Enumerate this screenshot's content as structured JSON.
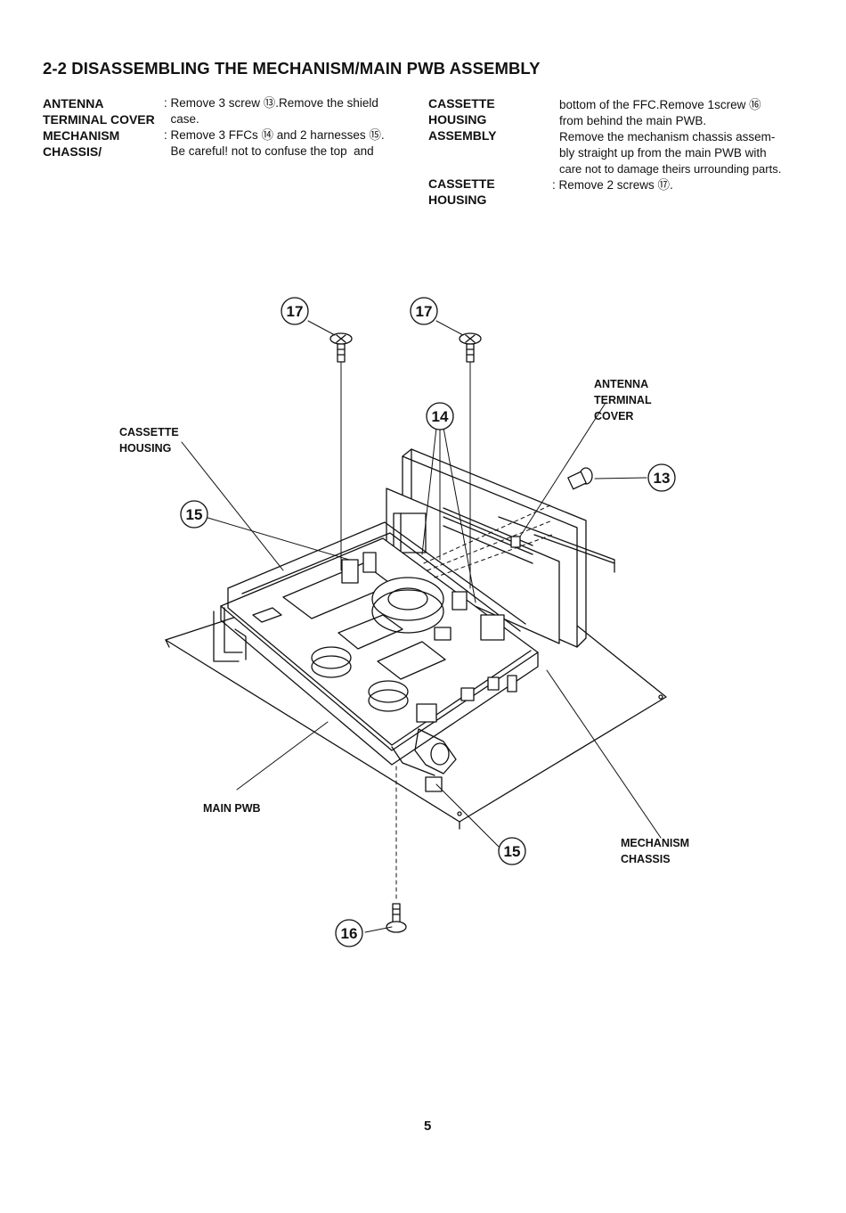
{
  "title": "2-2 DISASSEMBLING THE MECHANISM/MAIN PWB ASSEMBLY",
  "steps": [
    {
      "term_lines": [
        "ANTENNA",
        "TERMINAL COVER"
      ],
      "text_lines": [
        ": Remove 3 screw ⑬.Remove the shield",
        "  case."
      ]
    },
    {
      "term_lines": [
        "MECHANISM",
        "CHASSIS/"
      ],
      "text_lines": [
        ": Remove 3 FFCs ⑭  and 2 harnesses ⑮.",
        "  Be careful! not to confuse the top  and"
      ]
    },
    {
      "term_lines": [
        "CASSETTE",
        "HOUSING",
        "ASSEMBLY"
      ],
      "text_lines": [
        "bottom of the FFC.Remove 1screw ⑯",
        "from behind the main PWB.",
        "Remove  the mechanism chassis assem-",
        "bly straight up from the main PWB with",
        "care not to damage theirs urrounding parts."
      ]
    },
    {
      "term_lines": [
        "CASSETTE",
        "HOUSING"
      ],
      "text_lines": [
        ": Remove 2 screws ⑰."
      ]
    }
  ],
  "diagram": {
    "callouts": [
      "17",
      "17",
      "14",
      "13",
      "15",
      "15",
      "16"
    ],
    "labels": {
      "antenna_terminal_cover": [
        "ANTENNA",
        "TERMINAL",
        "COVER"
      ],
      "cassette_housing": [
        "CASSETTE",
        "HOUSING"
      ],
      "main_pwb": [
        "MAIN PWB"
      ],
      "mechanism_chassis": [
        "MECHANISM",
        "CHASSIS"
      ]
    }
  },
  "page_number": "5"
}
